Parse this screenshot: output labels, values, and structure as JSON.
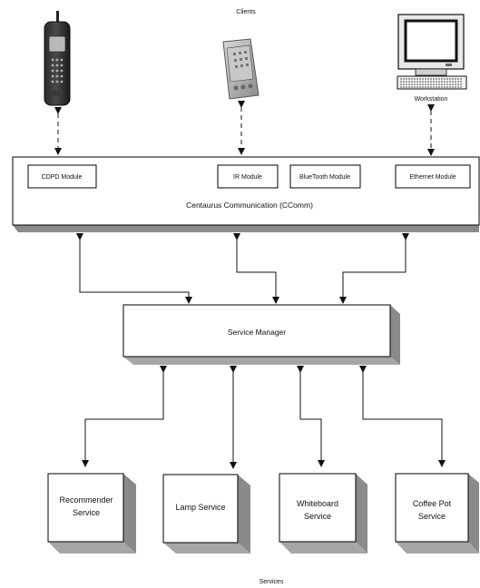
{
  "labels": {
    "clients": "Clients",
    "services": "Services"
  },
  "clients": {
    "phone": {
      "icon": "cell-phone-icon"
    },
    "pda": {
      "icon": "pda-icon"
    },
    "workstation": {
      "icon": "workstation-icon",
      "label": "Workstation"
    }
  },
  "ccomm": {
    "title": "Centaurus Communication (CComm)",
    "modules": {
      "cdpd": "CDPD Module",
      "ir": "IR Module",
      "bluetooth": "BlueTooth Module",
      "ethernet": "Ethernet Module"
    }
  },
  "service_manager": {
    "title": "Service Manager"
  },
  "services": {
    "recommender": {
      "line1": "Recommender",
      "line2": "Service"
    },
    "lamp": {
      "line1": "Lamp Service"
    },
    "whiteboard": {
      "line1": "Whiteboard",
      "line2": "Service"
    },
    "coffee": {
      "line1": "Coffee Pot",
      "line2": "Service"
    }
  },
  "colors": {
    "box_stroke": "#000000",
    "box_shadow": "#8a8a8a",
    "line": "#111111"
  }
}
